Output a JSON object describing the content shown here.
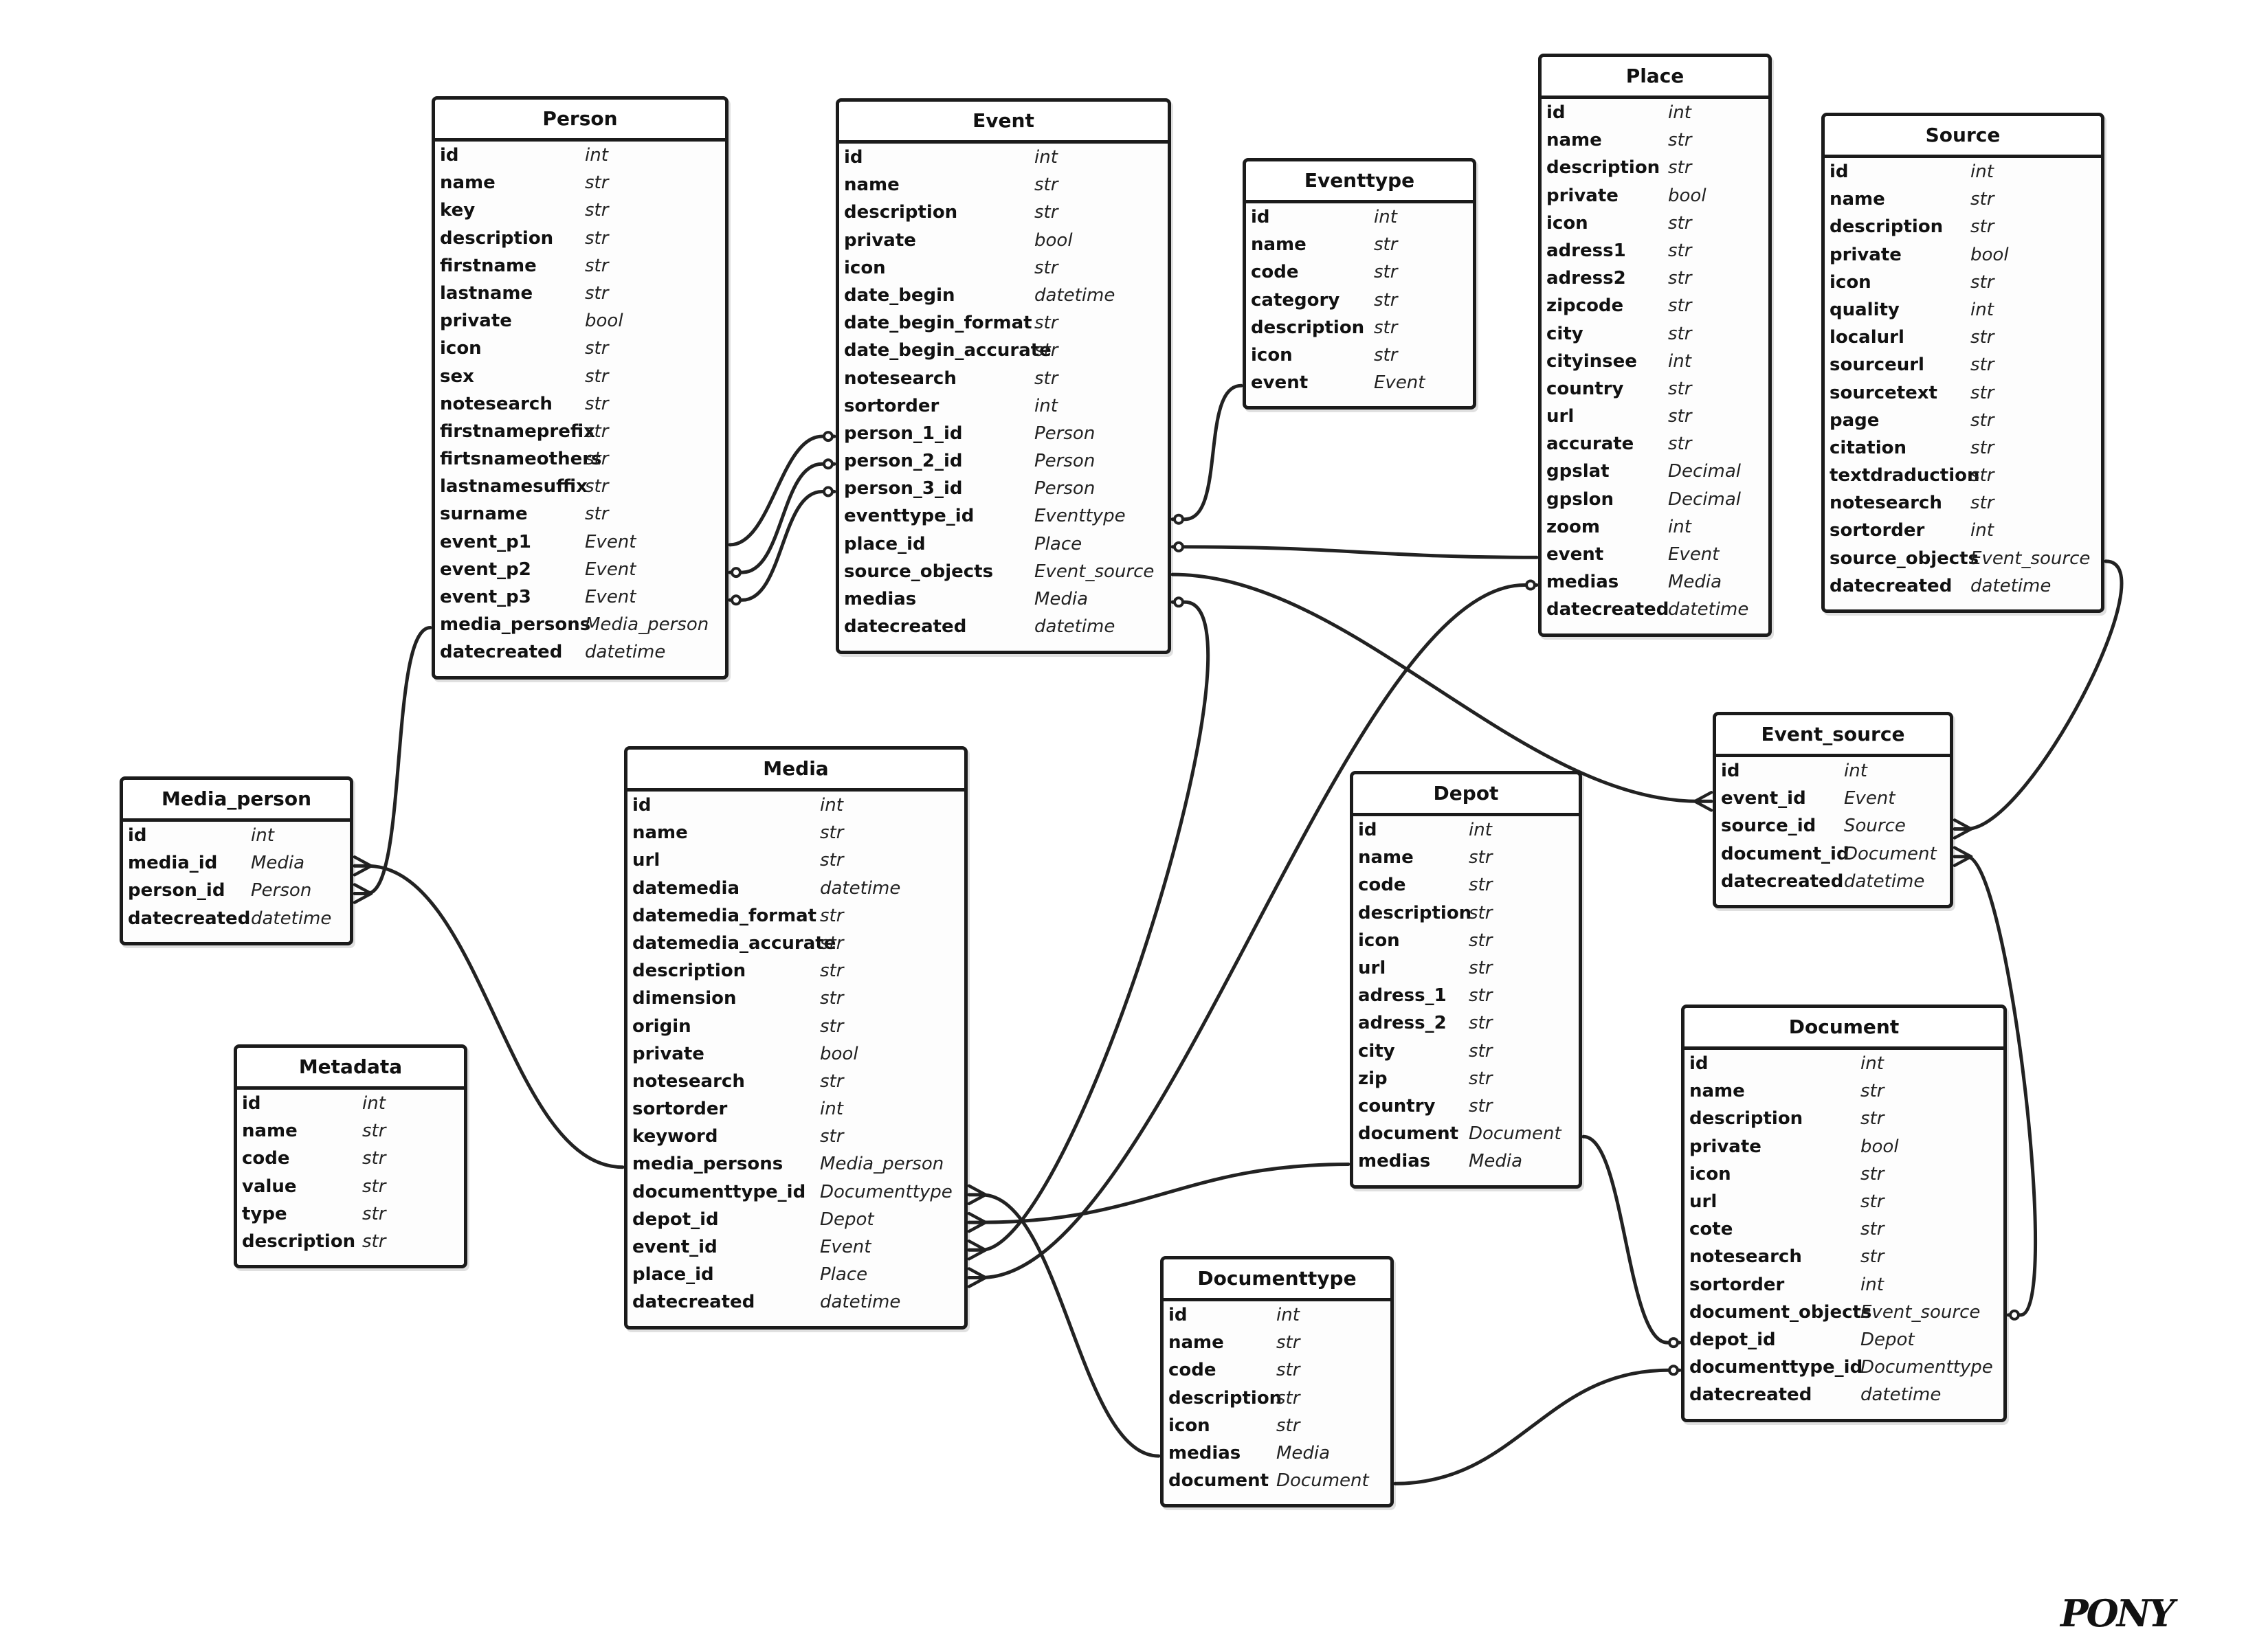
{
  "diagram": {
    "entities": [
      {
        "id": "person",
        "name": "Person",
        "attributes": [
          [
            "id",
            "int"
          ],
          [
            "name",
            "str"
          ],
          [
            "key",
            "str"
          ],
          [
            "description",
            "str"
          ],
          [
            "firstname",
            "str"
          ],
          [
            "lastname",
            "str"
          ],
          [
            "private",
            "bool"
          ],
          [
            "icon",
            "str"
          ],
          [
            "sex",
            "str"
          ],
          [
            "notesearch",
            "str"
          ],
          [
            "firstnameprefix",
            "str"
          ],
          [
            "firtsnameothers",
            "str"
          ],
          [
            "lastnamesuffix",
            "str"
          ],
          [
            "surname",
            "str"
          ],
          [
            "event_p1",
            "Event"
          ],
          [
            "event_p2",
            "Event"
          ],
          [
            "event_p3",
            "Event"
          ],
          [
            "media_persons",
            "Media_person"
          ],
          [
            "datecreated",
            "datetime"
          ]
        ]
      },
      {
        "id": "event",
        "name": "Event",
        "attributes": [
          [
            "id",
            "int"
          ],
          [
            "name",
            "str"
          ],
          [
            "description",
            "str"
          ],
          [
            "private",
            "bool"
          ],
          [
            "icon",
            "str"
          ],
          [
            "date_begin",
            "datetime"
          ],
          [
            "date_begin_format",
            "str"
          ],
          [
            "date_begin_accurate",
            "str"
          ],
          [
            "notesearch",
            "str"
          ],
          [
            "sortorder",
            "int"
          ],
          [
            "person_1_id",
            "Person"
          ],
          [
            "person_2_id",
            "Person"
          ],
          [
            "person_3_id",
            "Person"
          ],
          [
            "eventtype_id",
            "Eventtype"
          ],
          [
            "place_id",
            "Place"
          ],
          [
            "source_objects",
            "Event_source"
          ],
          [
            "medias",
            "Media"
          ],
          [
            "datecreated",
            "datetime"
          ]
        ]
      },
      {
        "id": "eventtype",
        "name": "Eventtype",
        "attributes": [
          [
            "id",
            "int"
          ],
          [
            "name",
            "str"
          ],
          [
            "code",
            "str"
          ],
          [
            "category",
            "str"
          ],
          [
            "description",
            "str"
          ],
          [
            "icon",
            "str"
          ],
          [
            "event",
            "Event"
          ]
        ]
      },
      {
        "id": "place",
        "name": "Place",
        "attributes": [
          [
            "id",
            "int"
          ],
          [
            "name",
            "str"
          ],
          [
            "description",
            "str"
          ],
          [
            "private",
            "bool"
          ],
          [
            "icon",
            "str"
          ],
          [
            "adress1",
            "str"
          ],
          [
            "adress2",
            "str"
          ],
          [
            "zipcode",
            "str"
          ],
          [
            "city",
            "str"
          ],
          [
            "cityinsee",
            "int"
          ],
          [
            "country",
            "str"
          ],
          [
            "url",
            "str"
          ],
          [
            "accurate",
            "str"
          ],
          [
            "gpslat",
            "Decimal"
          ],
          [
            "gpslon",
            "Decimal"
          ],
          [
            "zoom",
            "int"
          ],
          [
            "event",
            "Event"
          ],
          [
            "medias",
            "Media"
          ],
          [
            "datecreated",
            "datetime"
          ]
        ]
      },
      {
        "id": "source",
        "name": "Source",
        "attributes": [
          [
            "id",
            "int"
          ],
          [
            "name",
            "str"
          ],
          [
            "description",
            "str"
          ],
          [
            "private",
            "bool"
          ],
          [
            "icon",
            "str"
          ],
          [
            "quality",
            "int"
          ],
          [
            "localurl",
            "str"
          ],
          [
            "sourceurl",
            "str"
          ],
          [
            "sourcetext",
            "str"
          ],
          [
            "page",
            "str"
          ],
          [
            "citation",
            "str"
          ],
          [
            "textdraduction",
            "str"
          ],
          [
            "notesearch",
            "str"
          ],
          [
            "sortorder",
            "int"
          ],
          [
            "source_objects",
            "Event_source"
          ],
          [
            "datecreated",
            "datetime"
          ]
        ]
      },
      {
        "id": "media_person",
        "name": "Media_person",
        "attributes": [
          [
            "id",
            "int"
          ],
          [
            "media_id",
            "Media"
          ],
          [
            "person_id",
            "Person"
          ],
          [
            "datecreated",
            "datetime"
          ]
        ]
      },
      {
        "id": "metadata",
        "name": "Metadata",
        "attributes": [
          [
            "id",
            "int"
          ],
          [
            "name",
            "str"
          ],
          [
            "code",
            "str"
          ],
          [
            "value",
            "str"
          ],
          [
            "type",
            "str"
          ],
          [
            "description",
            "str"
          ]
        ]
      },
      {
        "id": "media",
        "name": "Media",
        "attributes": [
          [
            "id",
            "int"
          ],
          [
            "name",
            "str"
          ],
          [
            "url",
            "str"
          ],
          [
            "datemedia",
            "datetime"
          ],
          [
            "datemedia_format",
            "str"
          ],
          [
            "datemedia_accurate",
            "str"
          ],
          [
            "description",
            "str"
          ],
          [
            "dimension",
            "str"
          ],
          [
            "origin",
            "str"
          ],
          [
            "private",
            "bool"
          ],
          [
            "notesearch",
            "str"
          ],
          [
            "sortorder",
            "int"
          ],
          [
            "keyword",
            "str"
          ],
          [
            "media_persons",
            "Media_person"
          ],
          [
            "documenttype_id",
            "Documenttype"
          ],
          [
            "depot_id",
            "Depot"
          ],
          [
            "event_id",
            "Event"
          ],
          [
            "place_id",
            "Place"
          ],
          [
            "datecreated",
            "datetime"
          ]
        ]
      },
      {
        "id": "depot",
        "name": "Depot",
        "attributes": [
          [
            "id",
            "int"
          ],
          [
            "name",
            "str"
          ],
          [
            "code",
            "str"
          ],
          [
            "description",
            "str"
          ],
          [
            "icon",
            "str"
          ],
          [
            "url",
            "str"
          ],
          [
            "adress_1",
            "str"
          ],
          [
            "adress_2",
            "str"
          ],
          [
            "city",
            "str"
          ],
          [
            "zip",
            "str"
          ],
          [
            "country",
            "str"
          ],
          [
            "document",
            "Document"
          ],
          [
            "medias",
            "Media"
          ]
        ]
      },
      {
        "id": "event_source",
        "name": "Event_source",
        "attributes": [
          [
            "id",
            "int"
          ],
          [
            "event_id",
            "Event"
          ],
          [
            "source_id",
            "Source"
          ],
          [
            "document_id",
            "Document"
          ],
          [
            "datecreated",
            "datetime"
          ]
        ]
      },
      {
        "id": "document",
        "name": "Document",
        "attributes": [
          [
            "id",
            "int"
          ],
          [
            "name",
            "str"
          ],
          [
            "description",
            "str"
          ],
          [
            "private",
            "bool"
          ],
          [
            "icon",
            "str"
          ],
          [
            "url",
            "str"
          ],
          [
            "cote",
            "str"
          ],
          [
            "notesearch",
            "str"
          ],
          [
            "sortorder",
            "int"
          ],
          [
            "document_objects",
            "Event_source"
          ],
          [
            "depot_id",
            "Depot"
          ],
          [
            "documenttype_id",
            "Documenttype"
          ],
          [
            "datecreated",
            "datetime"
          ]
        ]
      },
      {
        "id": "documenttype",
        "name": "Documenttype",
        "attributes": [
          [
            "id",
            "int"
          ],
          [
            "name",
            "str"
          ],
          [
            "code",
            "str"
          ],
          [
            "description",
            "str"
          ],
          [
            "icon",
            "str"
          ],
          [
            "medias",
            "Media"
          ],
          [
            "document",
            "Document"
          ]
        ]
      }
    ]
  },
  "logo": {
    "text": "PONY"
  }
}
